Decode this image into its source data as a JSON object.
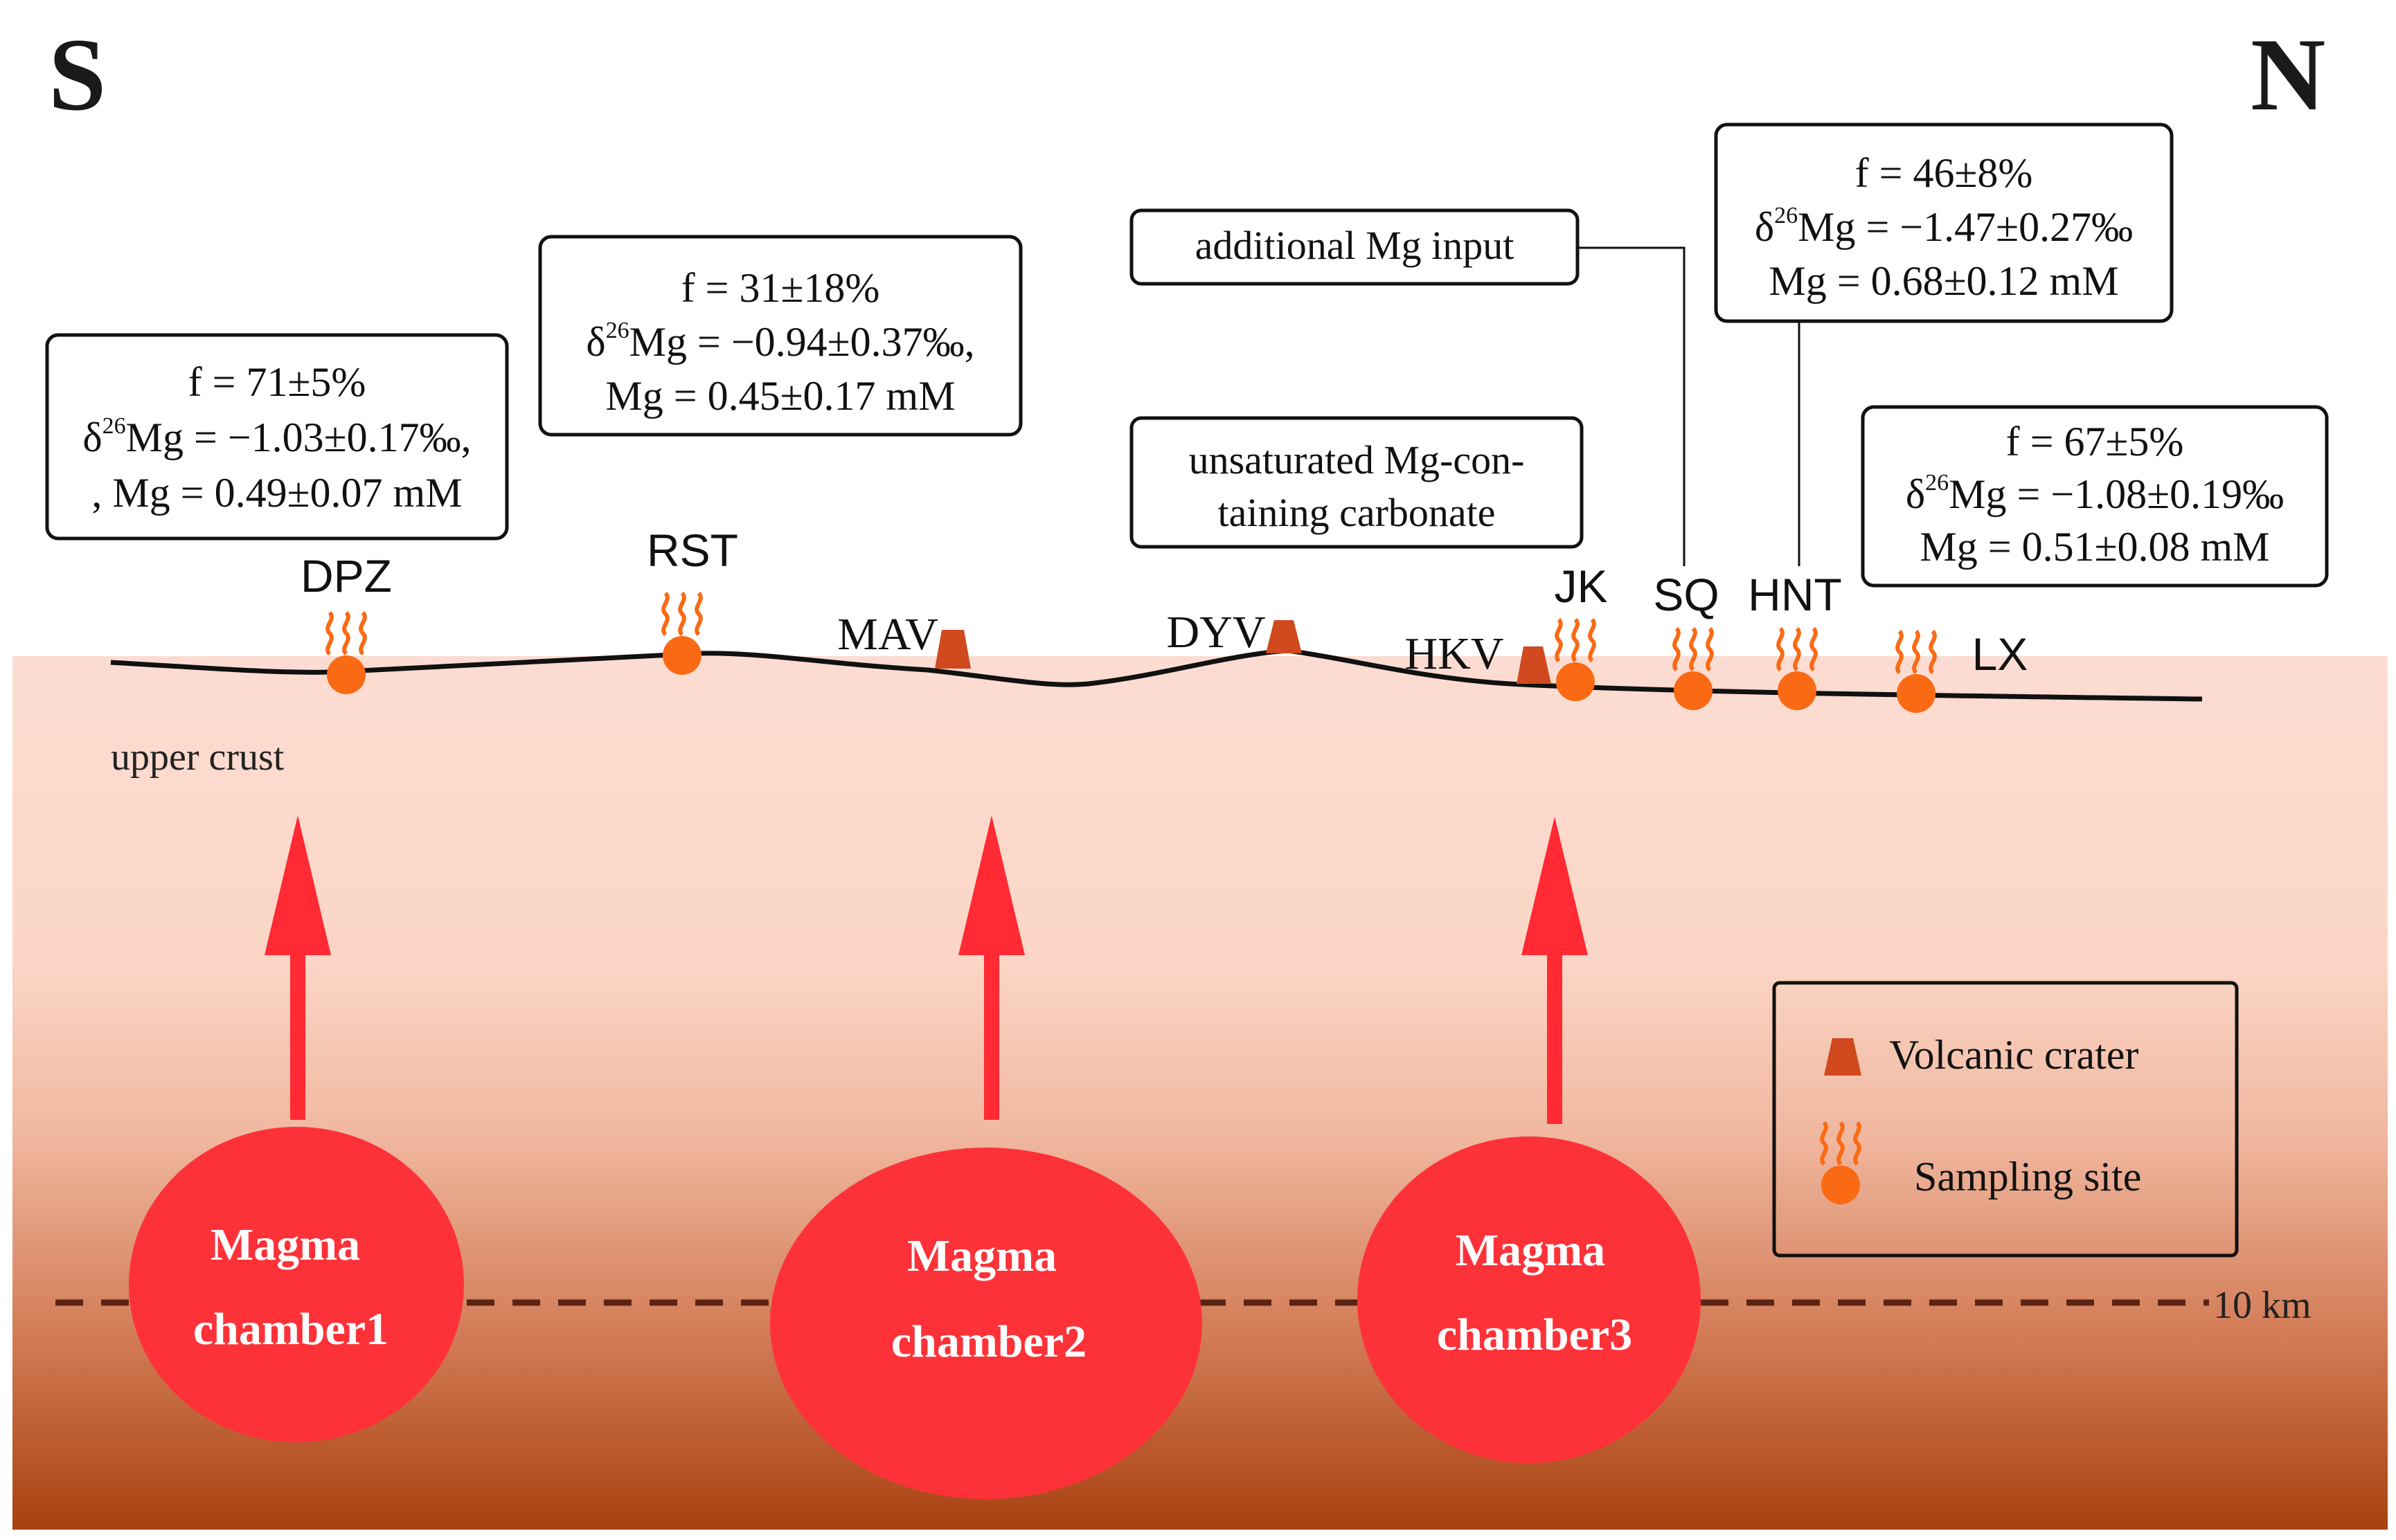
{
  "compass": {
    "south": "S",
    "north": "N"
  },
  "colors": {
    "crust_top": "#fbd8cd",
    "crust_mid": "#e7a184",
    "crust_bottom": "#a8410f",
    "arrow": "#ff2a33",
    "chamber": "#fd3238",
    "site": "#fa6a14",
    "crater": "#d0491f",
    "dash": "#5a2414"
  },
  "labels": {
    "upper_crust": "upper crust",
    "depth": "10 km"
  },
  "callouts": {
    "additional_mg": "additional Mg input",
    "unsaturated_line1": "unsaturated Mg-con-",
    "unsaturated_line2": "taining carbonate"
  },
  "info_boxes": [
    {
      "line1": "f = 71±5%",
      "delta_prefix": "δ",
      "delta_sup": "26",
      "delta_rest": "Mg = −1.03±0.17‰,",
      "line3": ", Mg = 0.49±0.07 mM"
    },
    {
      "line1": "f = 31±18%",
      "delta_prefix": "δ",
      "delta_sup": "26",
      "delta_rest": "Mg = −0.94±0.37‰,",
      "line3": "Mg = 0.45±0.17 mM"
    },
    {
      "line1": "f = 46±8%",
      "delta_prefix": "δ",
      "delta_sup": "26",
      "delta_rest": "Mg = −1.47±0.27‰",
      "line3": "Mg = 0.68±0.12 mM"
    },
    {
      "line1": "f = 67±5%",
      "delta_prefix": "δ",
      "delta_sup": "26",
      "delta_rest": "Mg = −1.08±0.19‰",
      "line3": "Mg = 0.51±0.08 mM"
    }
  ],
  "sites": {
    "dpz": "DPZ",
    "rst": "RST",
    "jk": "JK",
    "sq": "SQ",
    "hnt": "HNT",
    "lx": "LX"
  },
  "craters": {
    "mav": "MAV",
    "dyv": "DYV",
    "hkv": "HKV"
  },
  "chambers": [
    {
      "line1": "Magma",
      "line2": "chamber1"
    },
    {
      "line1": "Magma",
      "line2": "chamber2"
    },
    {
      "line1": "Magma",
      "line2": "chamber3"
    }
  ],
  "legend": {
    "crater": "Volcanic crater",
    "site": "Sampling site"
  }
}
